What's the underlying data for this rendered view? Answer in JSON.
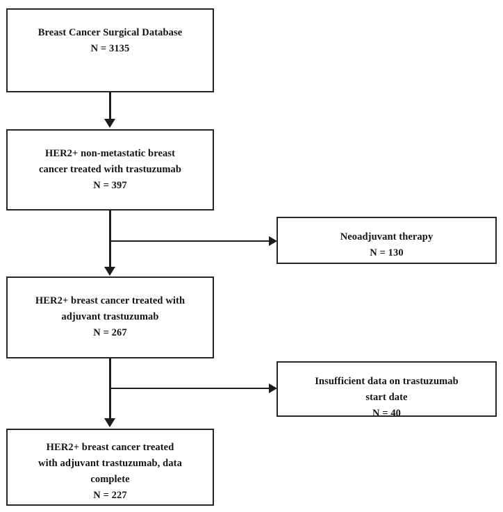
{
  "figure": {
    "type": "flowchart",
    "orientation": "vertical-with-right-exclusions",
    "title": "",
    "accent_color": "#1c1c1c",
    "box_fill": "#ffffff",
    "border_color": "#262626"
  },
  "nodes": {
    "main": [
      {
        "id": "database",
        "label": "Breast Cancer Surgical Database",
        "count_label": "N = 3135",
        "n": 3135
      },
      {
        "id": "her2-trastuzumab",
        "label": "HER2+ non-metastatic breast\ncancer treated with trastuzumab",
        "count_label": "N = 397",
        "n": 397
      },
      {
        "id": "adjuvant-trastuzumab",
        "label": "HER2+ breast cancer treated with\nadjuvant trastuzumab",
        "count_label": "N = 267",
        "n": 267
      },
      {
        "id": "data-complete",
        "label": "HER2+ breast cancer treated\nwith adjuvant trastuzumab, data\ncomplete",
        "count_label": "N = 227",
        "n": 227
      }
    ],
    "excluded": [
      {
        "id": "neoadjuvant",
        "label": "Neoadjuvant therapy",
        "count_label": "N = 130",
        "n": 130
      },
      {
        "id": "insufficient-data",
        "label": "Insufficient data on trastuzumab\nstart date",
        "count_label": "N = 40",
        "n": 40
      }
    ]
  },
  "connectors": [
    {
      "id": "database-to-her2",
      "from": "database",
      "to": "her2-trastuzumab",
      "kind": "arrow-down"
    },
    {
      "id": "her2-to-adjuvant",
      "from": "her2-trastuzumab",
      "to": "adjuvant-trastuzumab",
      "kind": "arrow-down"
    },
    {
      "id": "her2-to-neoadjuvant",
      "from": "her2-trastuzumab",
      "to": "neoadjuvant",
      "kind": "arrow-right"
    },
    {
      "id": "adjuvant-to-complete",
      "from": "adjuvant-trastuzumab",
      "to": "data-complete",
      "kind": "arrow-down"
    },
    {
      "id": "adjuvant-to-insufficient",
      "from": "adjuvant-trastuzumab",
      "to": "insufficient-data",
      "kind": "arrow-right"
    }
  ]
}
